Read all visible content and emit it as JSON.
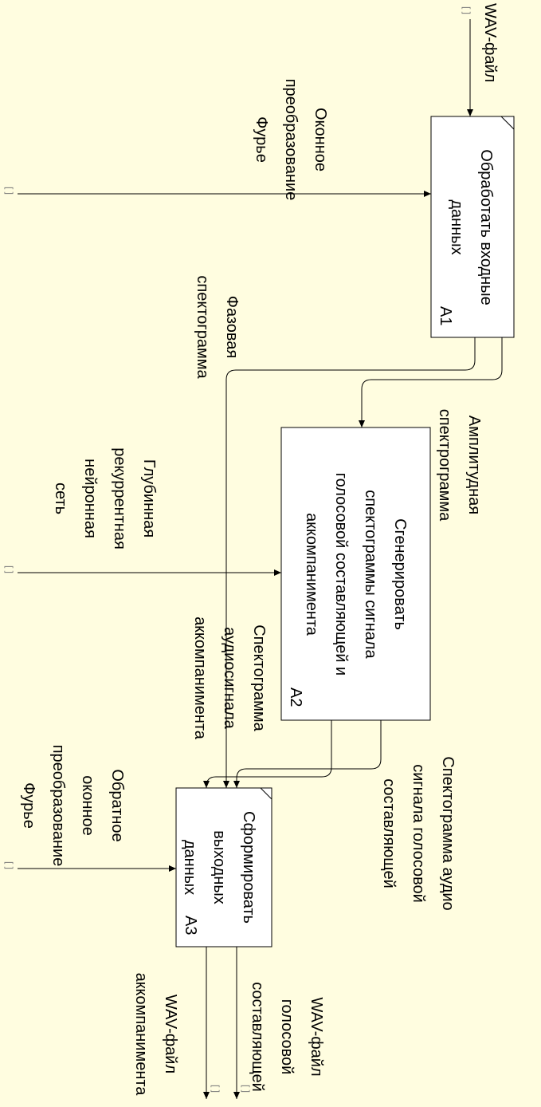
{
  "diagram": {
    "boxes": [
      {
        "id": "a1",
        "lines": [
          "Обработать входные",
          "данных"
        ],
        "node": "A1"
      },
      {
        "id": "a2",
        "lines": [
          "Сгенерировать",
          "спектограммы сигнала",
          "голосовой составляющей и",
          "аккомпанимента"
        ],
        "node": "A2"
      },
      {
        "id": "a3",
        "lines": [
          "Сформировать",
          "выходных",
          "данных"
        ],
        "node": "A3"
      }
    ],
    "arrows": [
      {
        "id": "wav-in",
        "lines": [
          "WAV-файл"
        ]
      },
      {
        "id": "window-fourier",
        "lines": [
          "Оконное",
          "преобразование",
          "Фурье"
        ]
      },
      {
        "id": "phase-spectrogram",
        "lines": [
          "Фазовая",
          "спектограмма"
        ]
      },
      {
        "id": "amplitude-spectrogram",
        "lines": [
          "Амплитудная",
          "спектрограмма"
        ]
      },
      {
        "id": "deep-rnn",
        "lines": [
          "Глубинная",
          "рекуррентная",
          "нейронная",
          "сеть"
        ]
      },
      {
        "id": "accompaniment-spectrogram",
        "lines": [
          "Спектограмма",
          "аудиосигнала",
          "аккомпанимента"
        ]
      },
      {
        "id": "vocal-spectrogram",
        "lines": [
          "Спектограмма аудио",
          "сигнала голосовой",
          "составляющей"
        ]
      },
      {
        "id": "inverse-fourier",
        "lines": [
          "Обратное",
          "оконное",
          "преобразование",
          "Фурье"
        ]
      },
      {
        "id": "wav-vocal",
        "lines": [
          "WAV-файл",
          "голосовой",
          "составляющей"
        ]
      },
      {
        "id": "wav-accompaniment",
        "lines": [
          "WAV-файл",
          "аккомпанимента"
        ]
      }
    ],
    "tunnel_glyph": "[ ]"
  }
}
